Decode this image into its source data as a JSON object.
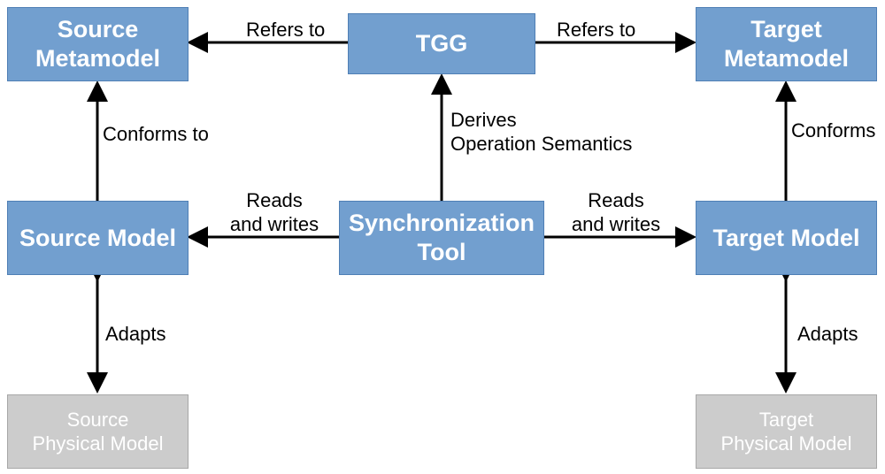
{
  "nodes": {
    "source_metamodel": [
      "Source",
      "Metamodel"
    ],
    "tgg": [
      "TGG"
    ],
    "target_metamodel": [
      "Target",
      "Metamodel"
    ],
    "source_model": [
      "Source Model"
    ],
    "sync_tool": [
      "Synchronization",
      "Tool"
    ],
    "target_model": [
      "Target Model"
    ],
    "source_physical": [
      "Source",
      "Physical Model"
    ],
    "target_physical": [
      "Target",
      "Physical Model"
    ]
  },
  "edges": {
    "tgg_to_source_meta": [
      "Refers to"
    ],
    "tgg_to_target_meta": [
      "Refers to"
    ],
    "source_conforms": [
      "Conforms to"
    ],
    "target_conforms": [
      "Conforms"
    ],
    "tool_derives": [
      "Derives",
      "Operation Semantics"
    ],
    "tool_to_source_model": [
      "Reads",
      "and writes"
    ],
    "tool_to_target_model": [
      "Reads",
      "and writes"
    ],
    "source_adapts": [
      "Adapts"
    ],
    "target_adapts": [
      "Adapts"
    ]
  },
  "colors": {
    "primary_box": "#729fcf",
    "inactive_box": "#cccccc",
    "arrow": "#000000"
  }
}
